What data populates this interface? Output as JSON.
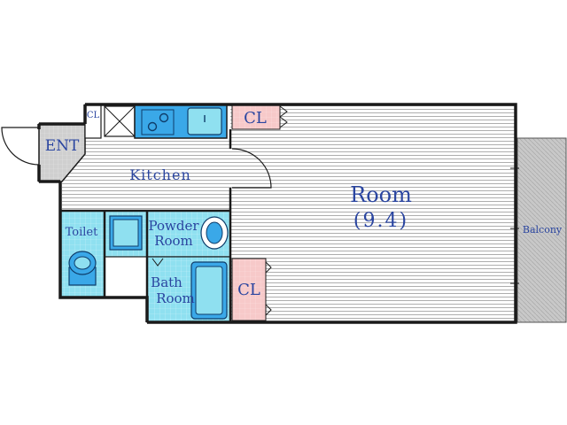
{
  "rooms": {
    "entrance": "ENT",
    "closet_small": "CL",
    "closet_top": "CL",
    "closet_bath": "CL",
    "kitchen": "Kitchen",
    "toilet": "Toilet",
    "powder_line1": "Powder",
    "powder_line2": "Room",
    "bath_line1": "Bath",
    "bath_line2": "Room",
    "main_room": "Room",
    "main_room_size": "(9.4)",
    "balcony": "Balcony"
  },
  "colors": {
    "wall": "#1a1a1a",
    "tile_blue": "#8fe0f0",
    "closet_pink": "#f7c9c9",
    "balcony_gray": "#c8c8c8",
    "fixture_blue": "#3aa8e8",
    "label_blue": "#2a45a0"
  }
}
